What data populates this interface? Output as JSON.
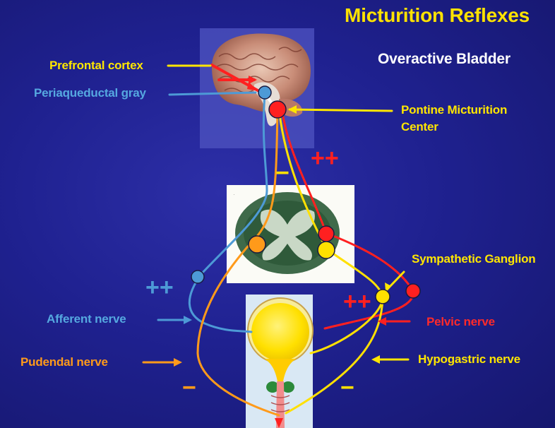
{
  "title": "Micturition Reflexes",
  "subtitle": "Overactive Bladder",
  "labels": {
    "prefrontal": "Prefrontal cortex",
    "pag": "Periaqueductal gray",
    "pmc_line1": "Pontine Micturition",
    "pmc_line2": "Center",
    "sympathetic": "Sympathetic Ganglion",
    "afferent": "Afferent nerve",
    "pelvic": "Pelvic nerve",
    "pudendal": "Pudendal nerve",
    "hypogastric": "Hypogastric nerve"
  },
  "signs": {
    "plus_plus": "++",
    "minus": "−"
  },
  "colors": {
    "background": "#1f2190",
    "title": "#ffe200",
    "yellow": "#ffe600",
    "blue": "#55a8e0",
    "orange": "#ff9a1a",
    "red": "#ff2a2a"
  }
}
